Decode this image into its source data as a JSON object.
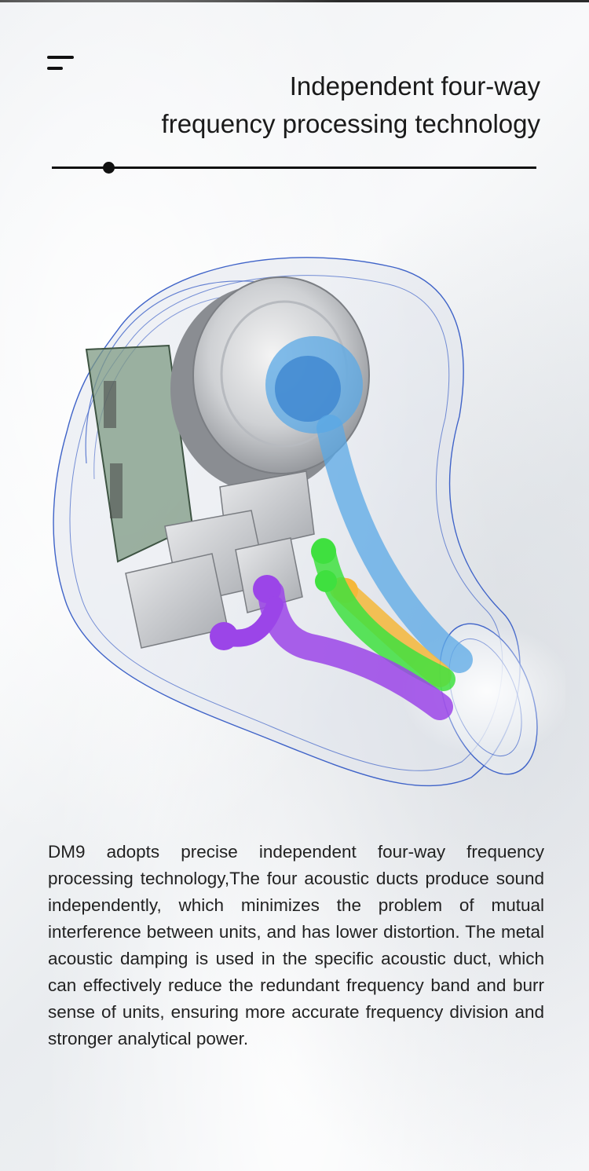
{
  "header": {
    "title_line1": "Independent four-way",
    "title_line2": "frequency processing technology"
  },
  "icons": {
    "menu": "menu-icon"
  },
  "description": "DM9 adopts precise independent four-way frequency processing technology,The four acoustic ducts produce sound independently, which minimizes the problem of mutual interference between units, and has lower distortion. The metal acoustic damping is used in the specific acoustic duct, which can effectively reduce the redundant frequency band and burr sense of units, ensuring more accurate frequency division and stronger analytical power.",
  "colors": {
    "duct_blue": "#5aa8e6",
    "duct_green": "#3fe03f",
    "duct_yellow": "#f5b73a",
    "duct_purple": "#9b45e8",
    "shell_outline": "#3f63c8"
  }
}
